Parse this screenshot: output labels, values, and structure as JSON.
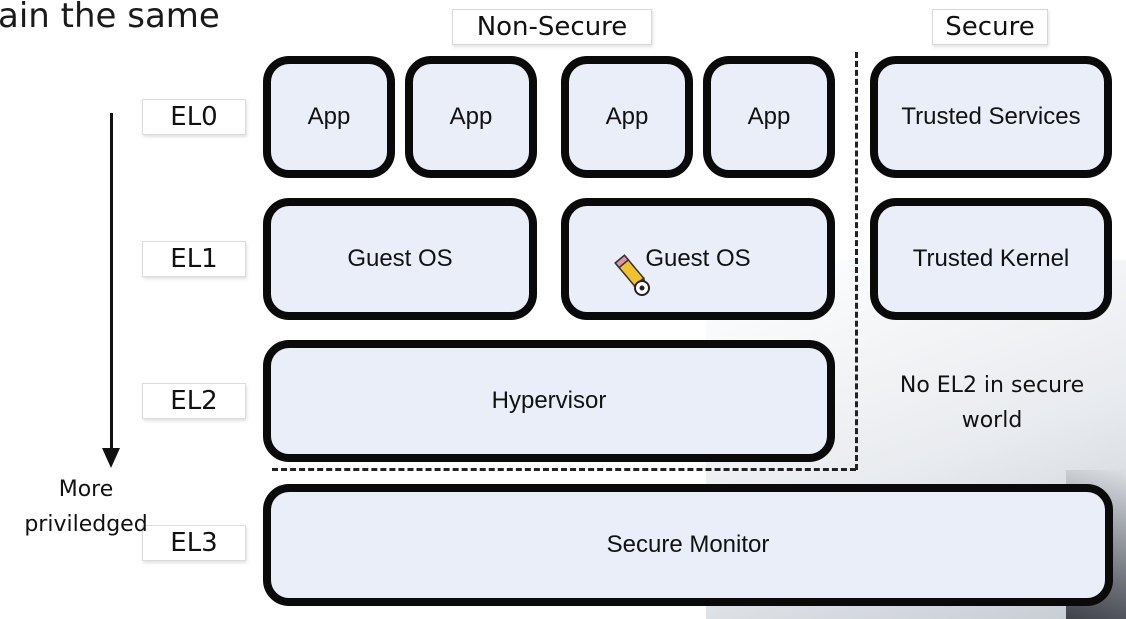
{
  "slide": {
    "cut_text": "ain the same"
  },
  "headers": {
    "non_secure": "Non-Secure",
    "secure": "Secure"
  },
  "levels": {
    "el0": "EL0",
    "el1": "EL1",
    "el2": "EL2",
    "el3": "EL3"
  },
  "arrow": {
    "caption_line1": "More",
    "caption_line2": "priviledged"
  },
  "el0_boxes": {
    "app_1": "App",
    "app_2": "App",
    "app_3": "App",
    "app_4": "App",
    "trusted_services": "Trusted Services"
  },
  "el1_boxes": {
    "guest_os_1": "Guest OS",
    "guest_os_2": "Guest OS",
    "trusted_kernel": "Trusted Kernel"
  },
  "el2": {
    "hypervisor": "Hypervisor",
    "secure_note_line1": "No EL2 in secure",
    "secure_note_line2": "world"
  },
  "el3": {
    "secure_monitor": "Secure Monitor"
  },
  "icons": {
    "cursor": "pencil-icon"
  },
  "colors": {
    "box_fill": "#e9eef9",
    "box_border": "#0a0a0a"
  }
}
